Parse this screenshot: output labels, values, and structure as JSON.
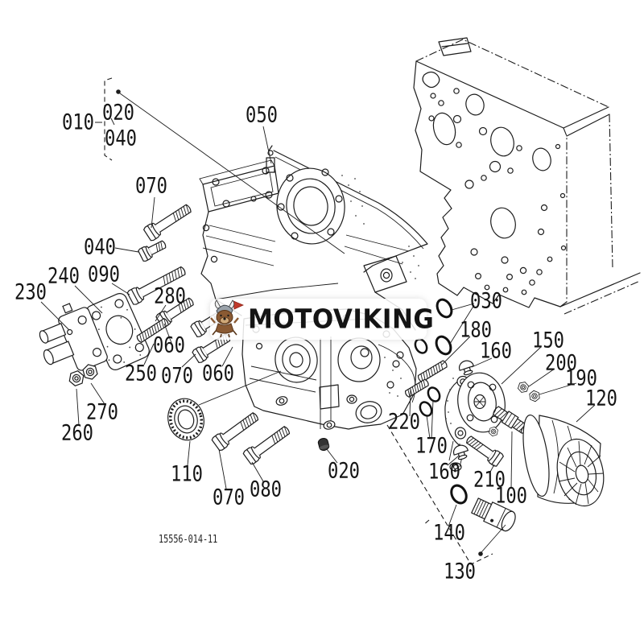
{
  "watermark": {
    "brand": "MOTOVIKING"
  },
  "drawing_number": "15556-014-11",
  "colors": {
    "background": "#ffffff",
    "line": "#1c1c1c",
    "mascot_flag": "#c0392b",
    "mascot_body": "#8a5a33",
    "mascot_helmet": "#9aa2aa"
  },
  "callouts": [
    {
      "label": "010"
    },
    {
      "label": "020"
    },
    {
      "label": "040"
    },
    {
      "label": "050"
    },
    {
      "label": "070"
    },
    {
      "label": "040"
    },
    {
      "label": "240"
    },
    {
      "label": "090"
    },
    {
      "label": "230"
    },
    {
      "label": "280"
    },
    {
      "label": "060"
    },
    {
      "label": "250"
    },
    {
      "label": "070"
    },
    {
      "label": "060"
    },
    {
      "label": "270"
    },
    {
      "label": "260"
    },
    {
      "label": "110"
    },
    {
      "label": "070"
    },
    {
      "label": "080"
    },
    {
      "label": "020"
    },
    {
      "label": "030"
    },
    {
      "label": "180"
    },
    {
      "label": "160"
    },
    {
      "label": "150"
    },
    {
      "label": "200"
    },
    {
      "label": "190"
    },
    {
      "label": "120"
    },
    {
      "label": "220"
    },
    {
      "label": "170"
    },
    {
      "label": "160"
    },
    {
      "label": "210"
    },
    {
      "label": "100"
    },
    {
      "label": "140"
    },
    {
      "label": "130"
    }
  ]
}
